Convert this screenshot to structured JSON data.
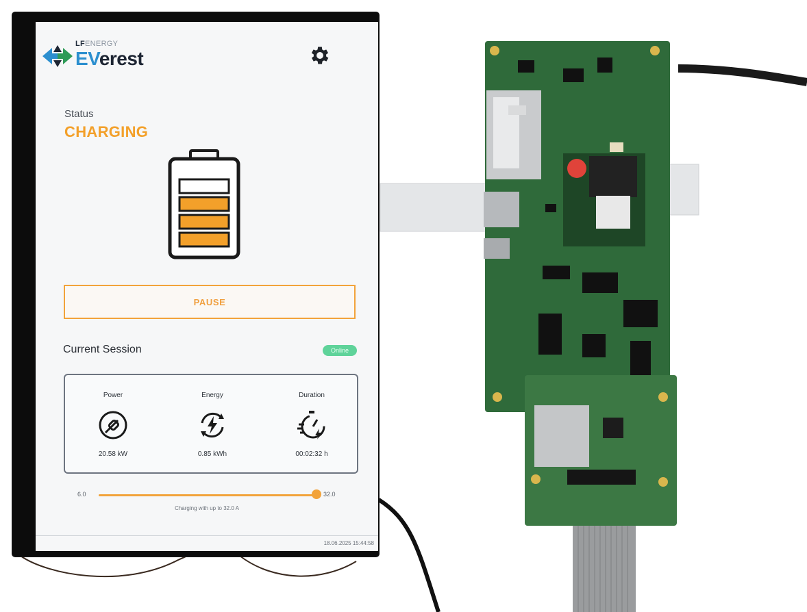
{
  "brand": {
    "org_prefix": "LF",
    "org_suffix": "ENERGY",
    "product_prefix": "EV",
    "product_suffix": "erest"
  },
  "status": {
    "label": "Status",
    "value": "CHARGING"
  },
  "controls": {
    "pause_label": "PAUSE"
  },
  "session": {
    "title": "Current Session",
    "badge": "Online",
    "metrics": [
      {
        "label": "Power",
        "value": "20.58 kW",
        "icon": "plug-icon"
      },
      {
        "label": "Energy",
        "value": "0.85 kWh",
        "icon": "energy-bolt-icon"
      },
      {
        "label": "Duration",
        "value": "00:02:32 h",
        "icon": "stopwatch-icon"
      }
    ]
  },
  "current_slider": {
    "min_label": "6.0",
    "max_label": "32.0",
    "min": 6.0,
    "max": 32.0,
    "value": 32.0,
    "caption": "Charging with up to 32.0 A"
  },
  "footer": {
    "timestamp": "18.06.2025 15:44:58"
  },
  "colors": {
    "accent": "#f3a02a",
    "online": "#5fd39a",
    "text": "#2b2f36",
    "pcb": "#2f6a3a"
  }
}
